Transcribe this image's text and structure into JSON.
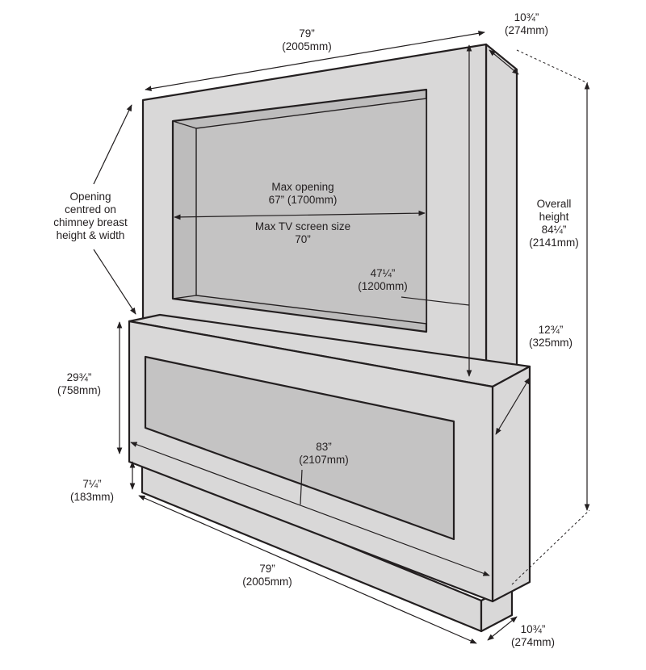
{
  "colors": {
    "panel": "#d9d8d8",
    "screen": "#c4c3c3",
    "shadow": "#bdbcbc",
    "line": "#231f20",
    "background": "#ffffff"
  },
  "labels": {
    "top_width": [
      "79”",
      "(2005mm)"
    ],
    "top_depth": [
      "10¾”",
      "(274mm)"
    ],
    "opening_note": [
      "Opening",
      "centred on",
      "chimney breast",
      "height & width"
    ],
    "max_opening": [
      "Max opening",
      "67” (1700mm)"
    ],
    "max_tv": [
      "Max TV screen size",
      "70”"
    ],
    "upper_height": [
      "47¼”",
      "(1200mm)"
    ],
    "overall_height": [
      "Overall",
      "height",
      "84¼”",
      "(2141mm)"
    ],
    "base_depth": [
      "12¾”",
      "(325mm)"
    ],
    "base_height": [
      "29¾”",
      "(758mm)"
    ],
    "plinth_height": [
      "7¼”",
      "(183mm)"
    ],
    "base_width": [
      "83”",
      "(2107mm)"
    ],
    "bottom_width": [
      "79”",
      "(2005mm)"
    ],
    "bottom_depth": [
      "10¾”",
      "(274mm)"
    ]
  }
}
